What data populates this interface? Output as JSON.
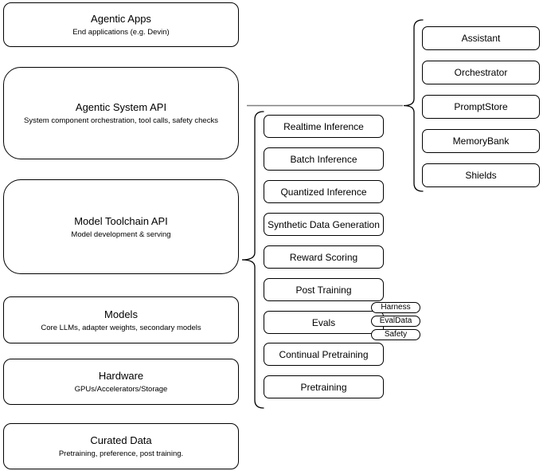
{
  "diagram": {
    "stack": [
      {
        "title": "Agentic Apps",
        "subtitle": "End applications (e.g. Devin)"
      },
      {
        "title": "Agentic System API",
        "subtitle": "System component orchestration, tool calls, safety checks"
      },
      {
        "title": "Model Toolchain API",
        "subtitle": "Model development & serving"
      },
      {
        "title": "Models",
        "subtitle": "Core LLMs, adapter weights, secondary models"
      },
      {
        "title": "Hardware",
        "subtitle": "GPUs/Accelerators/Storage"
      },
      {
        "title": "Curated Data",
        "subtitle": "Pretraining, preference, post training."
      }
    ],
    "toolchain_services": [
      "Realtime Inference",
      "Batch Inference",
      "Quantized Inference",
      "Synthetic Data Generation",
      "Reward Scoring",
      "Post Training",
      "Evals",
      "Continual Pretraining",
      "Pretraining"
    ],
    "eval_tags": [
      "Harness",
      "EvalData",
      "Safety"
    ],
    "system_components": [
      "Assistant",
      "Orchestrator",
      "PromptStore",
      "MemoryBank",
      "Shields"
    ],
    "colors": {
      "stroke": "#000000",
      "fill": "#ffffff",
      "connector": "#808080",
      "background": "#ffffff"
    }
  }
}
